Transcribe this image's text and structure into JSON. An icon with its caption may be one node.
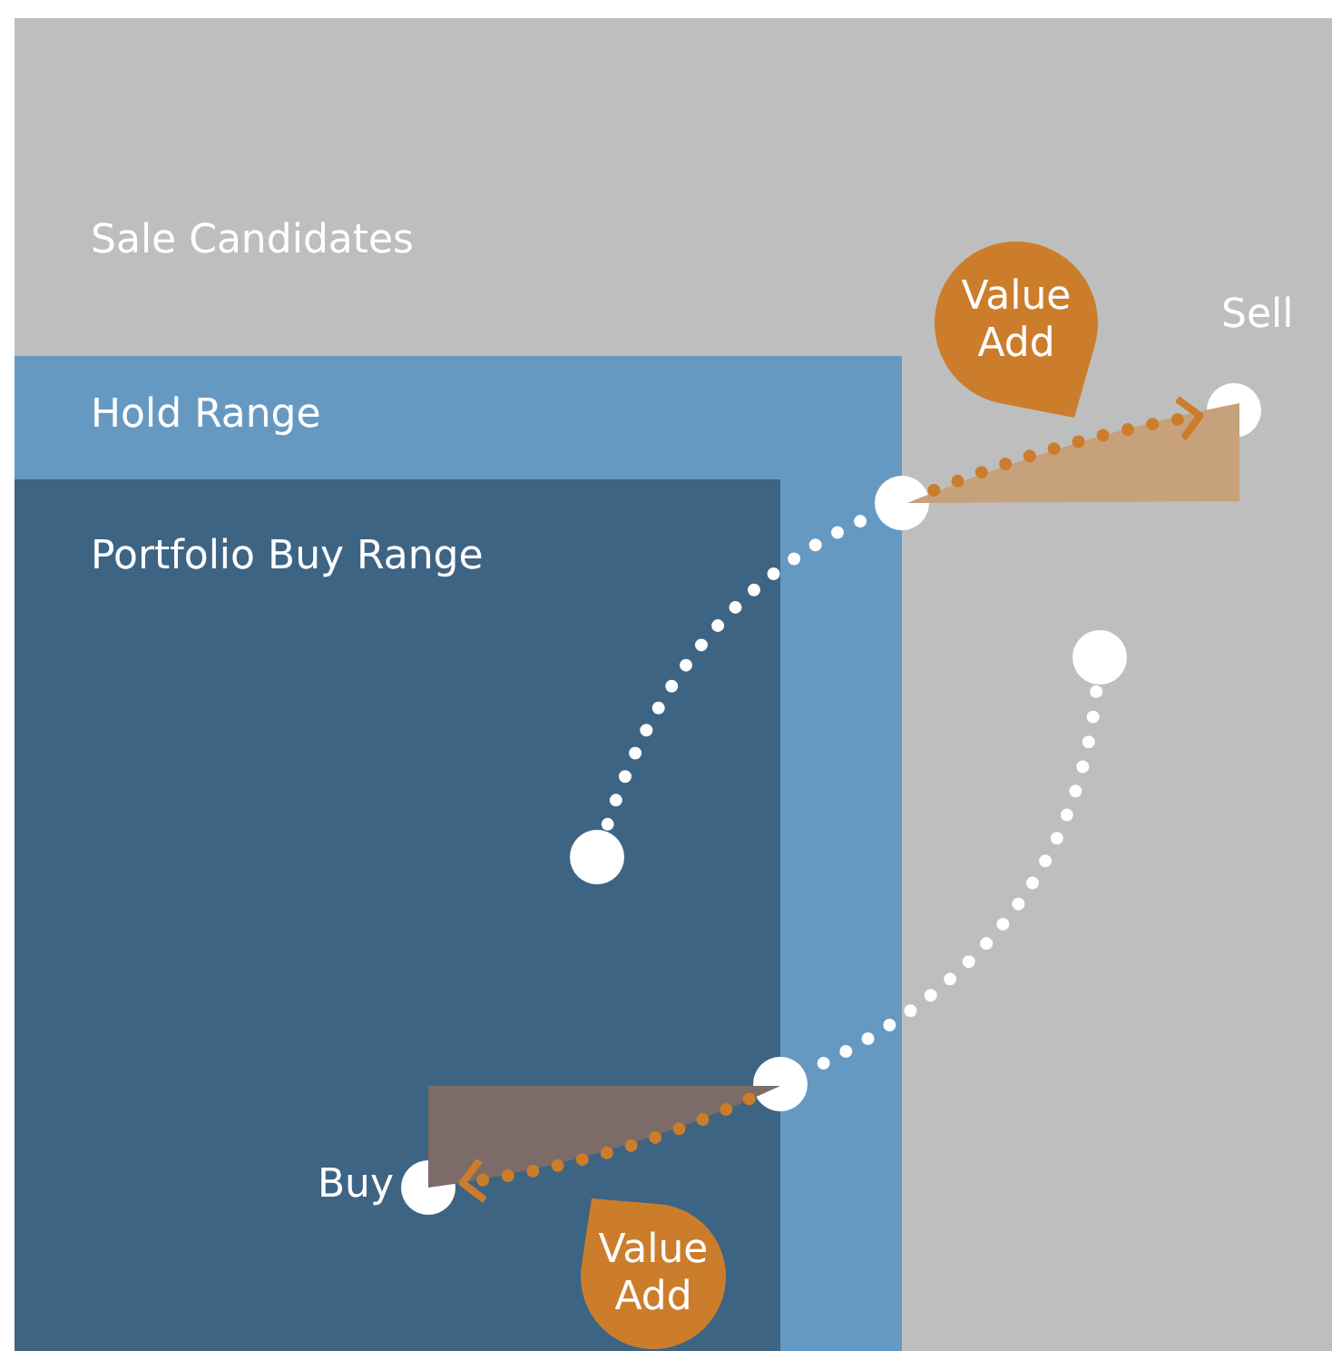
{
  "diagram": {
    "nodes": [
      {
        "text": [
          "Sale Candidates"
        ]
      },
      {
        "text": [
          "Hold Range"
        ],
        "in": 0
      },
      {
        "text": [
          "Portfolio Buy Range"
        ],
        "in": 1
      },
      {
        "text": [],
        "shape": "circle",
        "in": 2
      },
      {
        "text": [],
        "shape": "circle",
        "in": 0
      },
      {
        "text": [],
        "shape": "circle",
        "in": 0,
        "beside": [
          "Sell"
        ]
      },
      {
        "text": [],
        "shape": "circle",
        "in": 0
      },
      {
        "text": [],
        "shape": "circle",
        "in": 1
      },
      {
        "text": [],
        "shape": "circle",
        "in": 2,
        "beside": [
          "Buy"
        ]
      },
      {
        "text": [
          "Value Add"
        ],
        "in": 0
      },
      {
        "text": [
          "Value Add"
        ],
        "in": 2
      }
    ],
    "edges": [
      {
        "from": 3,
        "to": 4,
        "arrow": "none"
      },
      {
        "from": 4,
        "to": 5,
        "arrow": "to",
        "color": "#cc7d2b"
      },
      {
        "from": 6,
        "to": 7,
        "arrow": "none"
      },
      {
        "from": 7,
        "to": 8,
        "arrow": "to",
        "color": "#cc7d2b"
      }
    ]
  }
}
